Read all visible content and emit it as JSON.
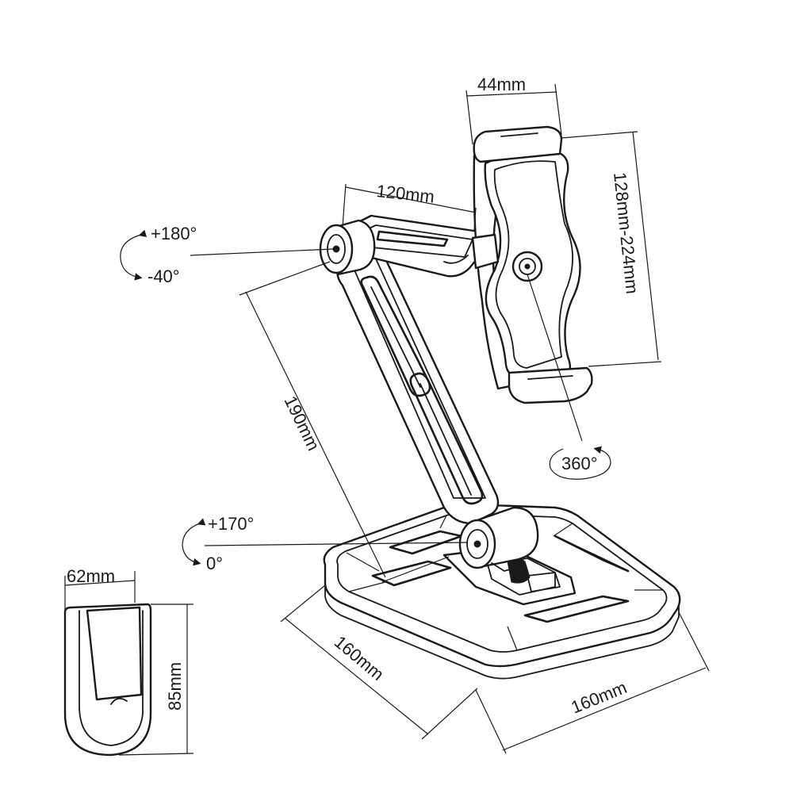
{
  "dimensions": {
    "holder_depth": "44mm",
    "arm_upper": "120mm",
    "holder_range": "128mm-224mm",
    "arm_lower": "190mm",
    "base_depth": "160mm",
    "base_width": "160mm",
    "foot_width": "62mm",
    "foot_height": "85mm"
  },
  "rotations": {
    "upper_joint_max": "+180°",
    "upper_joint_min": "-40°",
    "lower_joint_max": "+170°",
    "lower_joint_min": "0°",
    "holder_rotation": "360°"
  },
  "colors": {
    "line": "#1a1a1a",
    "background": "#ffffff"
  },
  "icons": [
    "curved-arrow-icon",
    "circular-arrow-icon"
  ]
}
